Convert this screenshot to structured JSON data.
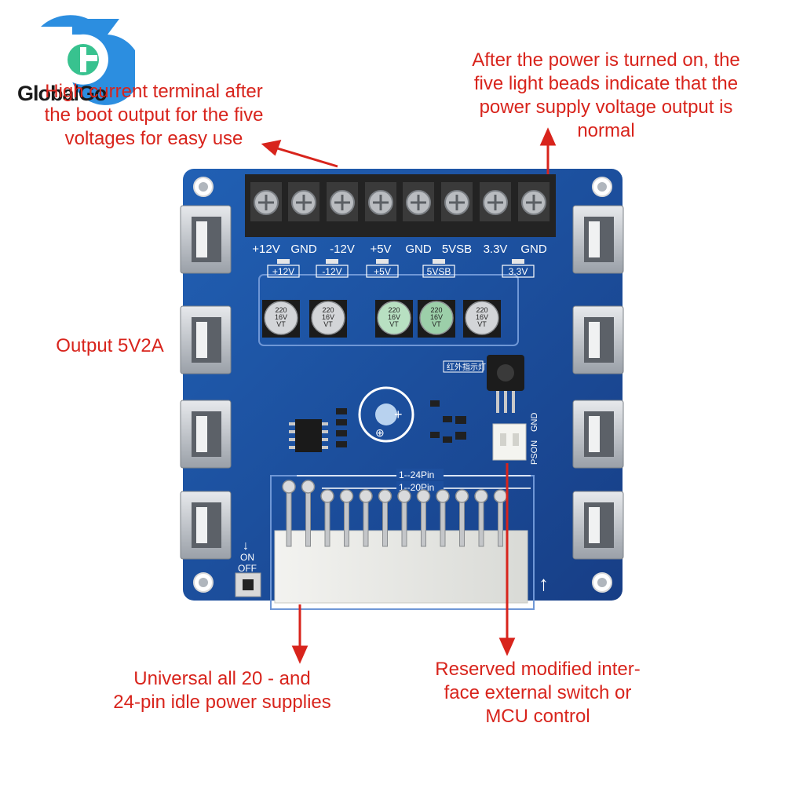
{
  "brand": {
    "logo_text": "GlobalGo",
    "colors": {
      "logo_outer": "#2c8ee0",
      "logo_inner": "#38c28f"
    }
  },
  "annotations": {
    "terminal_note": [
      "High current terminal after",
      "the boot output for the five",
      "voltages for easy use"
    ],
    "led_note": [
      "After the power is turned on, the",
      "five light beads indicate that the",
      "power supply voltage output is",
      "normal"
    ],
    "usb_note": [
      "Output 5V2A"
    ],
    "atx_note": [
      "Universal all 20 - and",
      "24-pin idle power supplies"
    ],
    "interface_note": [
      "Reserved modified inter-",
      "face external switch or",
      "MCU control"
    ],
    "color": "#d8241c"
  },
  "board": {
    "terminal_labels": [
      "+12V",
      "GND",
      "-12V",
      "+5V",
      "GND",
      "5VSB",
      "3.3V",
      "GND"
    ],
    "led_labels": [
      "+12V",
      "-12V",
      "+5V",
      "5VSB",
      "3.3V"
    ],
    "capacitor_labels": [
      "220 16V VT",
      "220 16V VT",
      "220 16V VT",
      "220 16V VT",
      "220 16V VT"
    ],
    "pin24_label": "1--24Pin",
    "pin20_label": "1--20Pin",
    "ir_label": "红外指示灯",
    "pson_label": "PSON",
    "gnd_label": "GND",
    "on_label": "ON",
    "off_label": "OFF",
    "colors": {
      "pcb": "#1d4f9e",
      "pcb_edge": "#163f82",
      "silk": "#ffffff",
      "usb": "#c9ccd1"
    }
  }
}
